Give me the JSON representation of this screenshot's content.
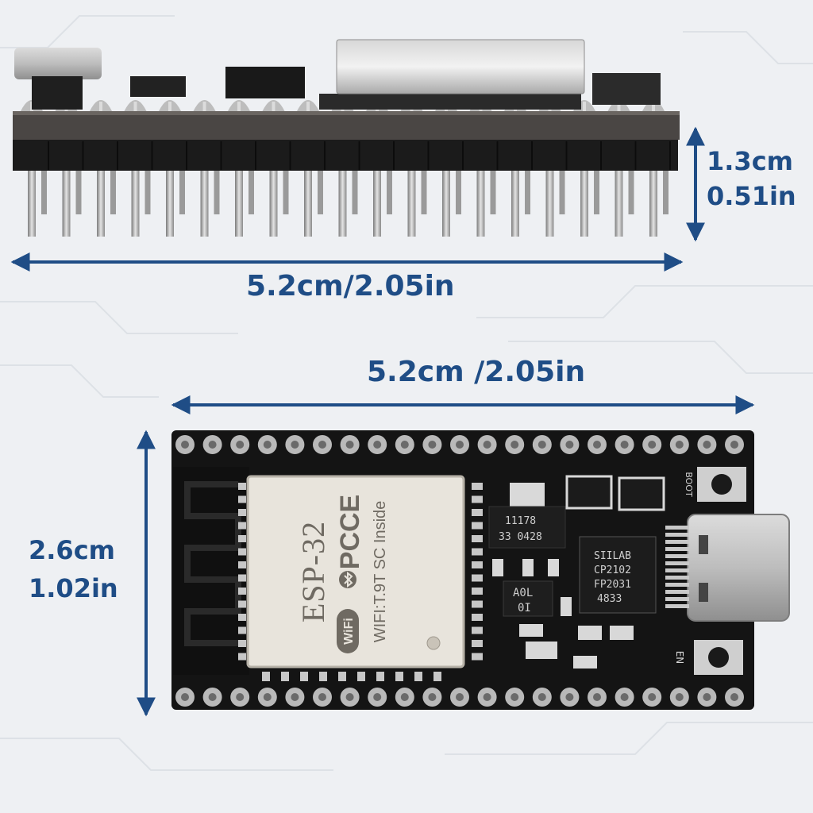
{
  "dimensions": {
    "top_view_width": "5.2cm/2.05in",
    "top_view_height_cm": "1.3cm",
    "top_view_height_in": "0.51in",
    "board_width": "5.2cm /2.05in",
    "board_height_cm": "2.6cm",
    "board_height_in": "1.02in"
  },
  "module": {
    "name": "ESP-32",
    "marks": "PCCE",
    "wifi_line": "WIFI:T.9T SC Inside",
    "wifi_badge": "WiFi"
  },
  "chips": {
    "usb_bridge_lines": [
      "SIILAB",
      "CP2102",
      "FP2031",
      "4833"
    ],
    "regulator_lines": [
      "11178",
      "33 0428"
    ],
    "diode_lines": [
      "A0L",
      "0I"
    ]
  },
  "silkscreen": {
    "boot": "BOOT",
    "en": "EN"
  },
  "colors": {
    "background": "#eef0f3",
    "dimension_text": "#1f4d86",
    "pcb": "#141414",
    "module_shield": "#e8e4dc"
  },
  "icons": [
    "arrow-icon",
    "bluetooth-icon",
    "wifi-icon"
  ]
}
